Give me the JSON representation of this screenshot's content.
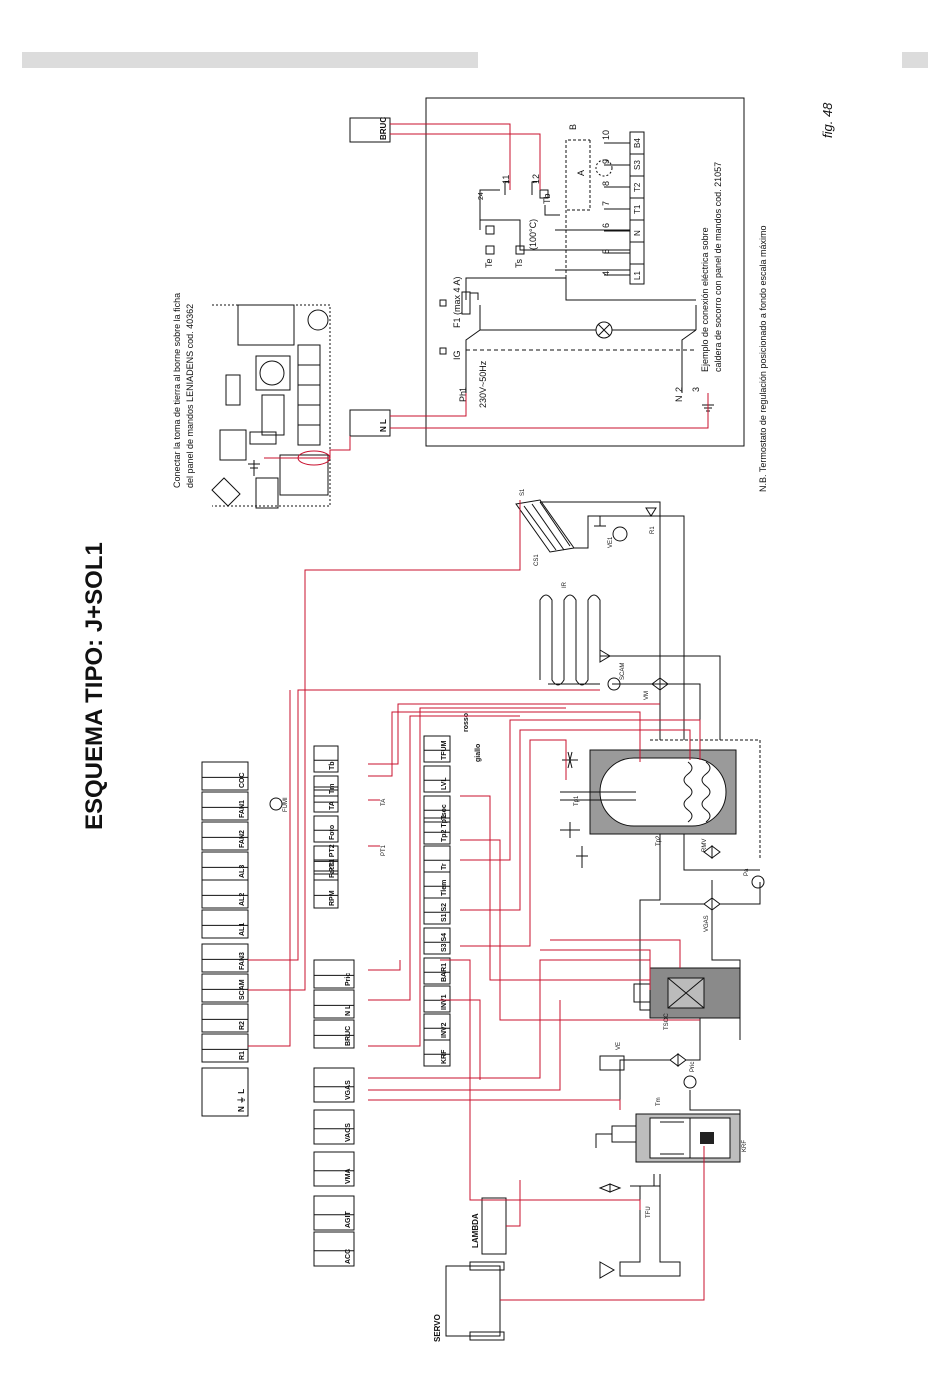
{
  "title": "ESQUEMA TIPO: J+SOL1",
  "figure_label": "fig. 48",
  "notes": {
    "earth_line1": "Conectar la toma de tierra al borne sobre la ficha",
    "earth_line2": "del panel de mandos LENIADENS cod. 40362",
    "example_line1": "Ejemplo de conexión eléctrica sobre",
    "example_line2": "caldera de socorro con panel de mandos cod. 21057",
    "nb": "N.B. Termostato de regulación posicionado a fondo escala máximo"
  },
  "schematic": {
    "ph": "Ph",
    "n": "N",
    "voltage": "230V~50Hz",
    "fuse": "F1 (max 4 A)",
    "ig": "IG",
    "te": "Te",
    "ts": "Ts",
    "temp": "(100°C)",
    "tb": "Tb",
    "a": "A",
    "b": "B",
    "pin_numbers": [
      "1",
      "2",
      "3",
      "4",
      "5",
      "6",
      "7",
      "8",
      "9",
      "10",
      "11",
      "12",
      "24"
    ],
    "terminals": [
      "L1",
      "",
      "N",
      "T1",
      "T2",
      "S3",
      "B4"
    ]
  },
  "connectors": {
    "power": "N  L",
    "top_n_l": "N L",
    "bruc": "BRUC"
  },
  "left_column": [
    "COC",
    "FAN1",
    "FAN2",
    "AL3",
    "AL2",
    "AL1",
    "FAN3",
    "SCAM",
    "R2",
    "R1"
  ],
  "left_column_power": "N ⏚ L",
  "fumi": "FUMI",
  "middle_row": [
    "Tb",
    "Tm",
    "TA",
    "Foto",
    "PT1 PT2",
    "Facs",
    "RPM"
  ],
  "inner_row": [
    "TFUM",
    "LVL",
    "Tsoc",
    "Tp2 Tp1",
    "Tr",
    "Tlem",
    "S1 S2",
    "S3 S4",
    "BAR1",
    "INV1",
    "INV2",
    "KRF"
  ],
  "right_small": [
    "Pric",
    "N L",
    "BRUC"
  ],
  "valves": [
    "VGAS",
    "VACS",
    "VMA",
    "AGIT",
    "ACC"
  ],
  "lambda": "LAMBDA",
  "servo": "SERVO",
  "bottom_labels": [
    "rosso",
    "giallo"
  ],
  "hydraulic_labels": [
    "CS1",
    "S1",
    "VE1",
    "R1",
    "IR",
    "SCAM",
    "VM",
    "TA",
    "PT1",
    "Tp1",
    "Tp2",
    "RMV",
    "Pa",
    "VGAS",
    "TSOC",
    "VE",
    "Pric",
    "Tm",
    "KRF",
    "TFU"
  ]
}
